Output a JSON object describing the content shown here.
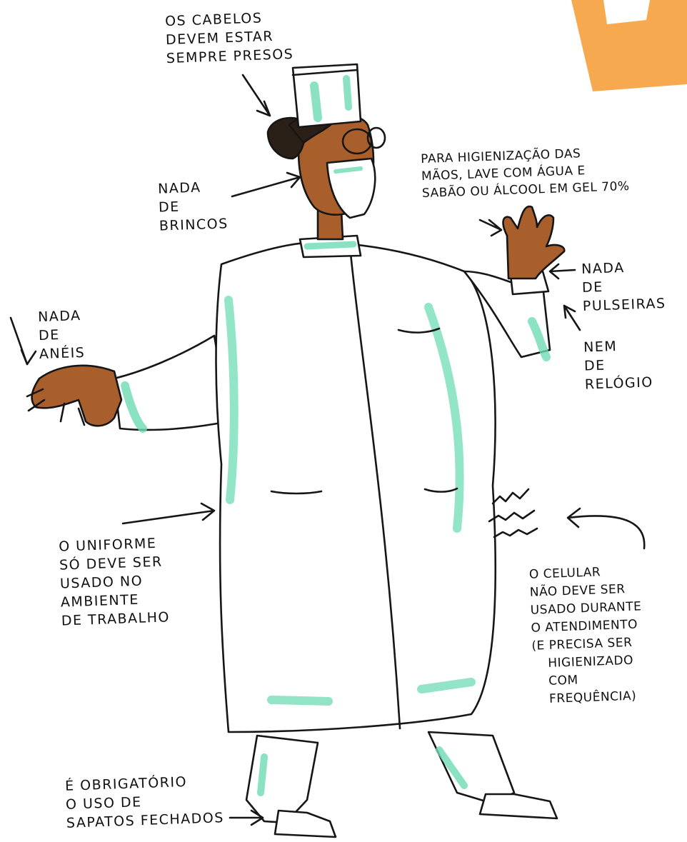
{
  "colors": {
    "coat": "#ffffff",
    "outline": "#161616",
    "green_shading": "#6fdcb4",
    "skin": "#a85f2b",
    "hair": "#2a2018",
    "page_tab": "#f7a94f"
  },
  "annotations": {
    "hair": [
      "OS CABELOS",
      "DEVEM ESTAR",
      "SEMPRE PRESOS"
    ],
    "earrings": [
      "NADA",
      "DE",
      "BRINCOS"
    ],
    "hands": [
      "PARA HIGIENIZAÇÃO DAS",
      "MÃOS, LAVE COM ÁGUA E",
      "SABÃO OU ÁLCOOL EM GEL 70%"
    ],
    "bracelets": [
      "NADA",
      "DE",
      "PULSEIRAS"
    ],
    "rings": [
      "NADA",
      "DE",
      "ANÉIS"
    ],
    "watch": [
      "NEM",
      "DE",
      "RELÓGIO"
    ],
    "uniform": [
      "O UNIFORME",
      "SÓ DEVE SER",
      "USADO NO",
      "AMBIENTE",
      "DE TRABALHO"
    ],
    "phone": [
      "O CELULAR",
      "NÃO DEVE SER",
      "USADO DURANTE",
      "O ATENDIMENTO",
      "(E PRECISA SER",
      "HIGIENIZADO",
      "COM",
      "FREQUÊNCIA)"
    ],
    "shoes": [
      "É OBRIGATÓRIO",
      "O USO DE",
      "SAPATOS FECHADOS"
    ]
  }
}
